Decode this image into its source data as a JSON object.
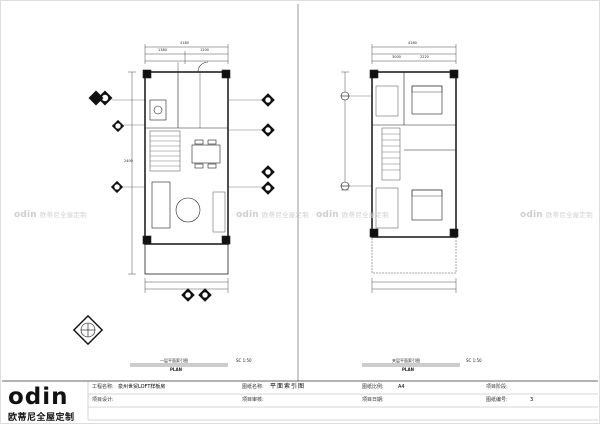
{
  "watermarks": [
    "odin",
    "欧蒂尼全屋定制"
  ],
  "plans": [
    {
      "caption": "一层平面索引图",
      "scale": "SC 1:50",
      "plan": "PLAN"
    },
    {
      "caption": "夹层平面索引图",
      "scale": "SC 1:50",
      "plan": "PLAN"
    }
  ],
  "dimension_labels": [
    "4180",
    "1380",
    "1200",
    "2400",
    "3000",
    "2220",
    "4180"
  ],
  "title_block": {
    "logo": "odin",
    "company": "欧蒂尼全屋定制",
    "project_name_label": "工程名称:",
    "project_name": "泉州世贸LOFT样板房",
    "drawing_name_label": "图纸名称:",
    "drawing_name": "平面索引图",
    "scale_label": "图纸比例:",
    "scale": "A4",
    "project_design_label": "项目设计:",
    "project_review_label": "项目审核:",
    "project_date_label": "项目日期:",
    "drawing_no_label": "图纸编号:",
    "drawing_no": "3",
    "project_stage_label": "项目阶段:"
  }
}
